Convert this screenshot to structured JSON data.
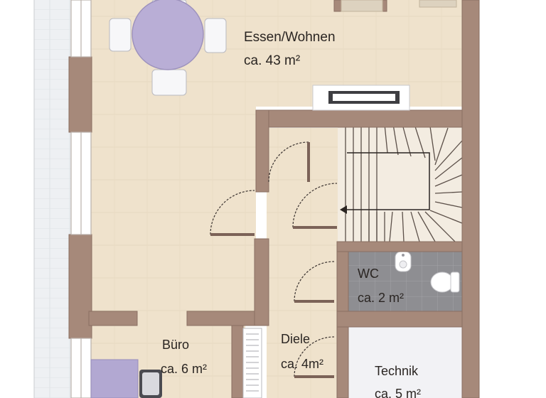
{
  "rooms": {
    "essen": {
      "name": "Essen/Wohnen",
      "area": "ca. 43 m²"
    },
    "wc": {
      "name": "WC",
      "area": "ca. 2 m²"
    },
    "buero": {
      "name": "Büro",
      "area": "ca. 6 m²"
    },
    "diele": {
      "name": "Diele",
      "area": "ca. 4m²"
    },
    "technik": {
      "name": "Technik",
      "area": "ca. 5 m²"
    }
  },
  "colors": {
    "floor_wood": "#efe2cc",
    "wall": "#a6897a",
    "wall_edge": "#8a6f62",
    "terrace": "#eef0f3",
    "wc_tile": "#8e8e92",
    "technik_floor": "#f2f2f5",
    "table": "#b9aed6",
    "desk": "#b2a8d2"
  }
}
